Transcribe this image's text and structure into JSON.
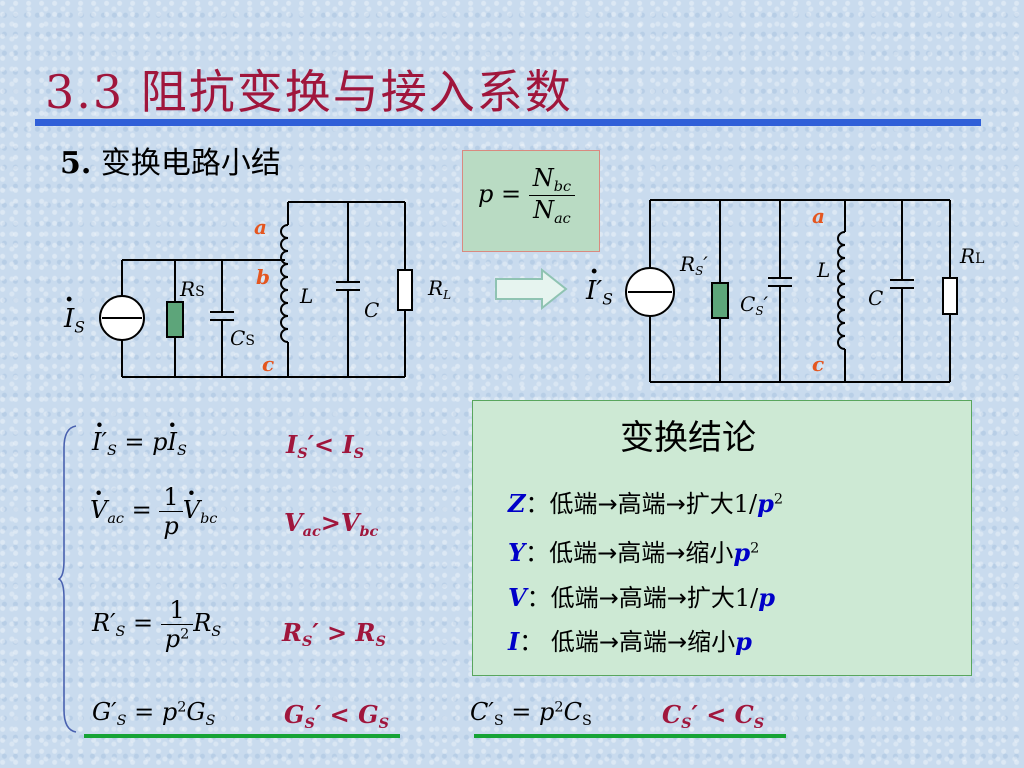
{
  "slide": {
    "title": "3.3 阻抗变换与接入系数",
    "subtitle_number": "5.",
    "subtitle_text": "变换电路小结"
  },
  "formula_p": {
    "lhs": "p",
    "eq": "=",
    "num_base": "N",
    "num_sub": "bc",
    "den_base": "N",
    "den_sub": "ac"
  },
  "circuit_left": {
    "source_label": "I",
    "source_sub": "S",
    "rs_label": "R",
    "rs_sub": "S",
    "cs_label": "C",
    "cs_sub": "S",
    "l_label": "L",
    "c_label": "C",
    "rl_label": "R",
    "rl_sub": "L",
    "node_a": "a",
    "node_b": "b",
    "node_c": "c"
  },
  "circuit_right": {
    "source_label": "I′",
    "source_sub": "S",
    "rs_label": "R",
    "rs_sub": "S",
    "rs_prime": "′",
    "cs_label": "C",
    "cs_sub": "S",
    "cs_prime": "′",
    "l_label": "L",
    "c_label": "C",
    "rl_label": "R",
    "rl_sub": "L",
    "node_a": "a",
    "node_c": "c"
  },
  "equations": {
    "e1_lhs": "I′",
    "e1_lhs_sub": "S",
    "e1_mid": " = p",
    "e1_rhs": "I",
    "e1_rhs_sub": "S",
    "e2_lhs": "V",
    "e2_lhs_sub": "ac",
    "e2_eq": " = ",
    "e2_num": "1",
    "e2_den": "p",
    "e2_rhs": "V",
    "e2_rhs_sub": "bc",
    "e3_lhs": "R′",
    "e3_lhs_sub": "S",
    "e3_eq": " = ",
    "e3_num": "1",
    "e3_den": "p",
    "e3_den_sup": "2",
    "e3_rhs": "R",
    "e3_rhs_sub": "S",
    "e4_lhs": "G′",
    "e4_lhs_sub": "S",
    "e4_mid": " = p",
    "e4_sup": "2",
    "e4_rhs": "G",
    "e4_rhs_sub": "S",
    "e5_lhs": "C′",
    "e5_lhs_sub": "S",
    "e5_mid": " = p",
    "e5_sup": "2",
    "e5_rhs": "C",
    "e5_rhs_sub": "S"
  },
  "comparisons": {
    "c1": [
      "I",
      "S",
      "′< ",
      "I",
      "S"
    ],
    "c2": [
      "V",
      "ac",
      ">",
      "V",
      "bc"
    ],
    "c3": [
      "R",
      "S",
      "′ > ",
      "R",
      "S"
    ],
    "c4": [
      "G",
      "S",
      "′ < ",
      "G",
      "S"
    ],
    "c5": [
      "C",
      "S",
      "′ < ",
      "C",
      "S"
    ]
  },
  "conclusion": {
    "title": "变换结论",
    "rows": [
      {
        "var": "Z",
        "text": "：低端",
        "arrow1": "→",
        "mid": "高端",
        "arrow2": "→",
        "action": "扩大1/",
        "p": "p",
        "sup": "2"
      },
      {
        "var": "Y",
        "text": "：低端",
        "arrow1": "→",
        "mid": "高端",
        "arrow2": "→",
        "action": "缩小",
        "p": "p",
        "sup": "2"
      },
      {
        "var": "V",
        "text": "：低端",
        "arrow1": "→",
        "mid": "高端",
        "arrow2": "→",
        "action": "扩大1/",
        "p": "p",
        "sup": ""
      },
      {
        "var": "I",
        "text": "： 低端",
        "arrow1": "→",
        "mid": "高端",
        "arrow2": "→",
        "action": "缩小",
        "p": "p",
        "sup": ""
      }
    ]
  },
  "colors": {
    "title": "#a0163c",
    "rule": "#2f5fd8",
    "node_label": "#e4561f",
    "comparison": "#a0163c",
    "conclusion_var": "#0000c8",
    "underline": "#16a336",
    "resistor_fill": "#5da57a"
  },
  "icons": {
    "current_source": "current-source-icon",
    "arrow": "hollow-right-arrow-icon"
  }
}
